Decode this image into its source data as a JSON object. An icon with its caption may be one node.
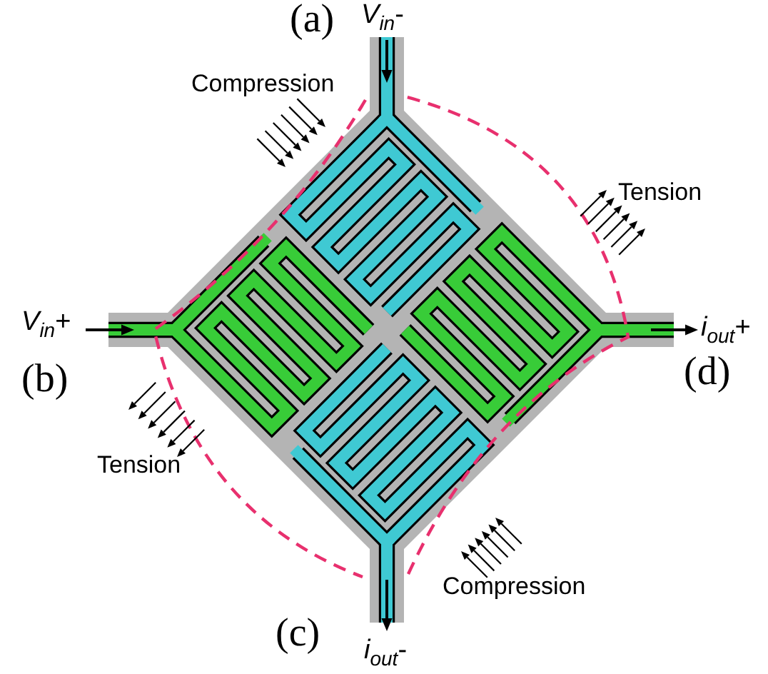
{
  "diagram": {
    "labels": [
      "(a)",
      "*V*$_{in}$-",
      "Compression",
      "Tension",
      "*V*$_{in}$+",
      "*i*$_{out}$+",
      "(b)",
      "(d)",
      "Tension",
      "Compression",
      "(c)",
      "*i*$_{out}$-"
    ]
  }
}
